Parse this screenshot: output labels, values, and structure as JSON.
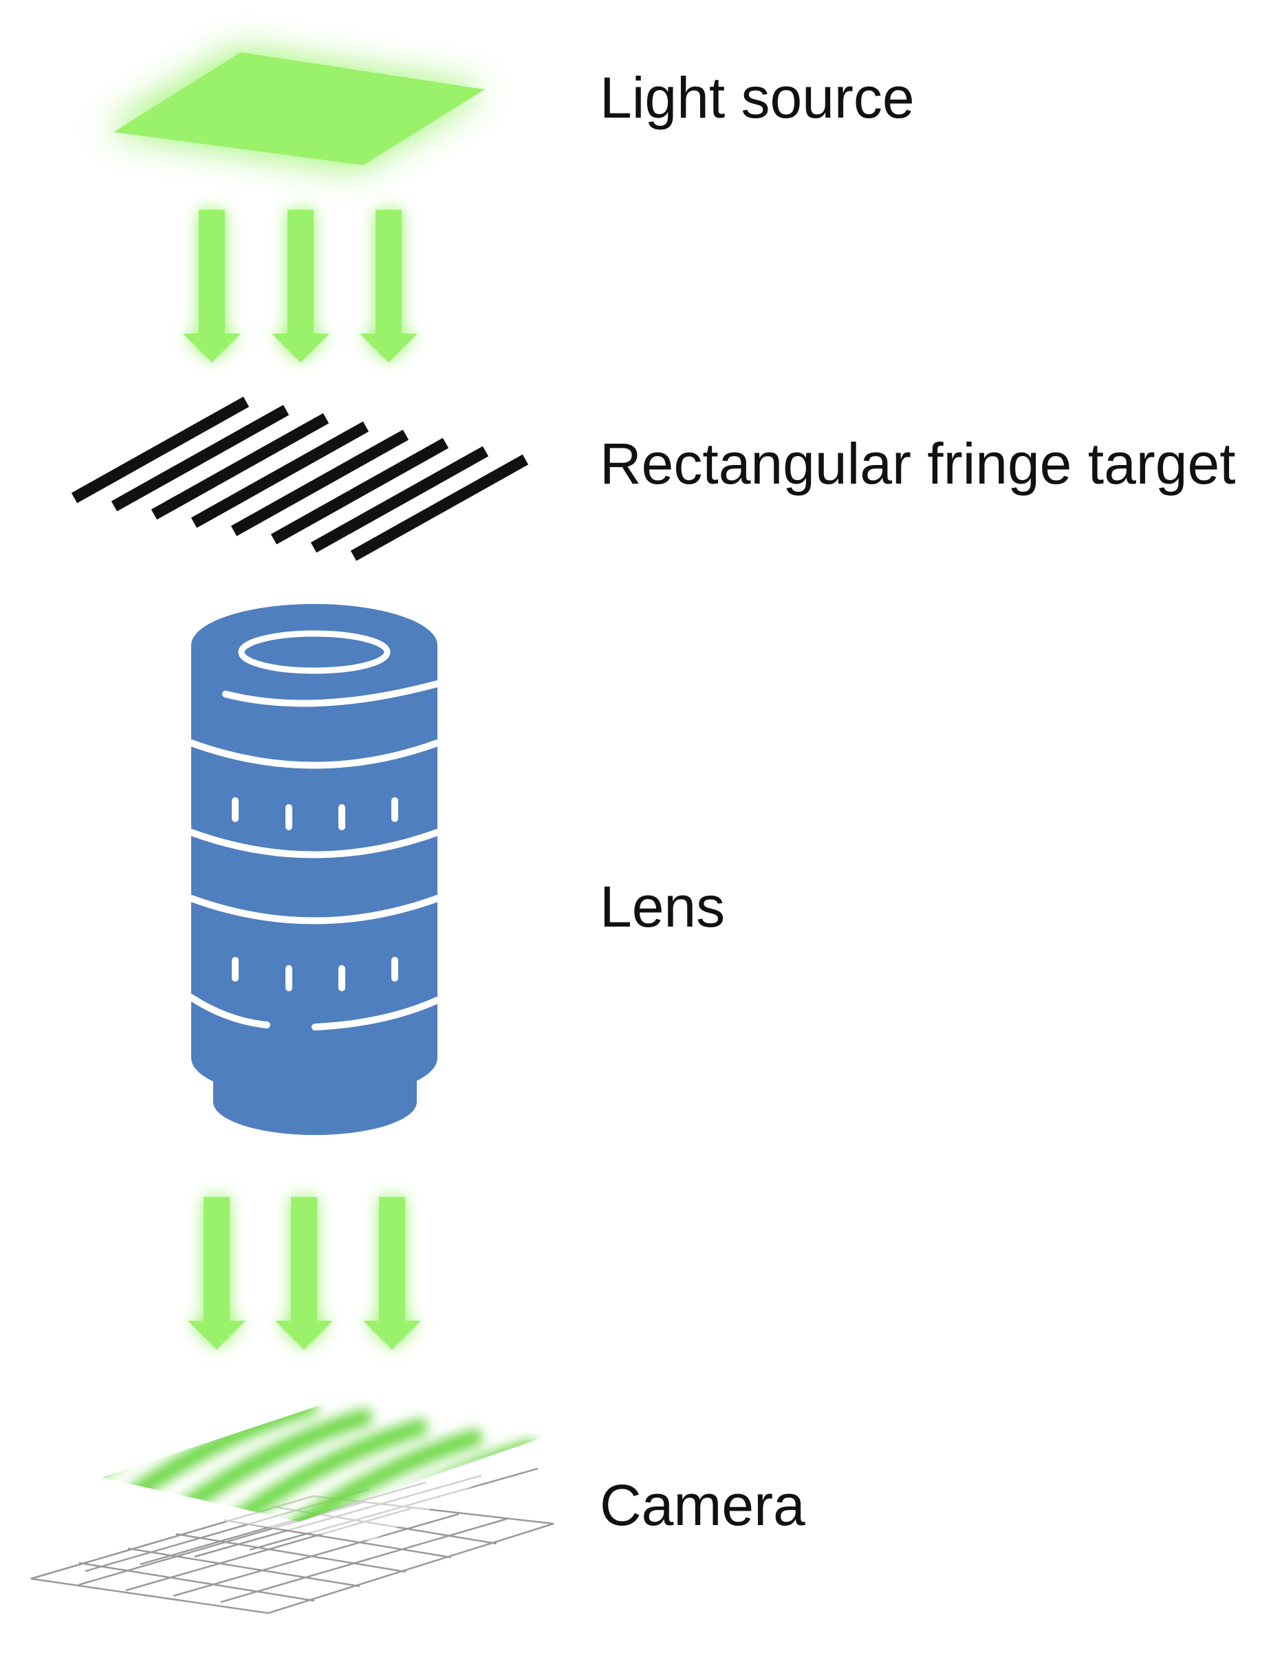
{
  "labels": {
    "light_source": "Light source",
    "fringe_target": "Rectangular fringe target",
    "lens": "Lens",
    "camera": "Camera"
  },
  "colors": {
    "light_green": "#99f26a",
    "lens_blue": "#4f7fbe",
    "fringe_black": "#111111",
    "grid_gray": "#9a9a9a"
  },
  "icons": {
    "light_source": "glowing-plane",
    "arrows": "down-arrow",
    "target": "striped-plane",
    "lens": "camera-lens",
    "camera": "sensor-grid"
  }
}
